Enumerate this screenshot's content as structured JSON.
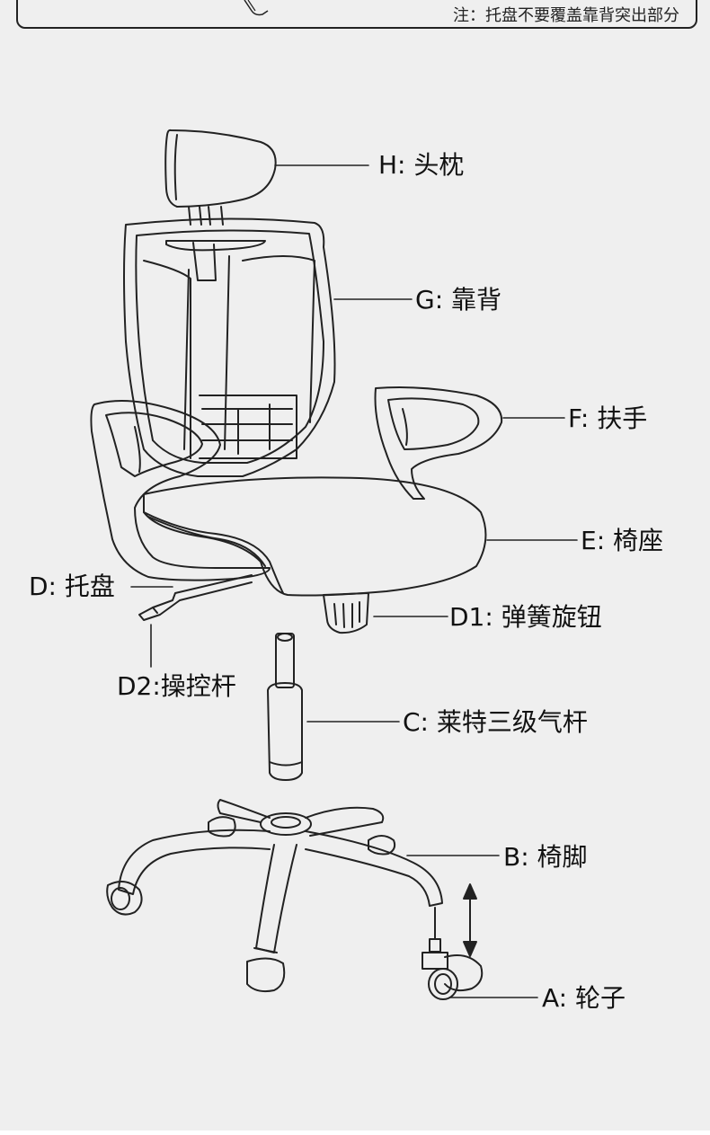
{
  "note": {
    "text": "注：托盘不要覆盖靠背突出部分"
  },
  "labels": {
    "H": "H: 头枕",
    "G": "G: 靠背",
    "F": "F: 扶手",
    "E": "E: 椅座",
    "D": "D: 托盘",
    "D1": "D1: 弹簧旋钮",
    "D2": "D2:操控杆",
    "C": "C: 莱特三级气杆",
    "B": "B: 椅脚",
    "A": "A: 轮子"
  },
  "colors": {
    "background": "#efefef",
    "line": "#222222"
  }
}
